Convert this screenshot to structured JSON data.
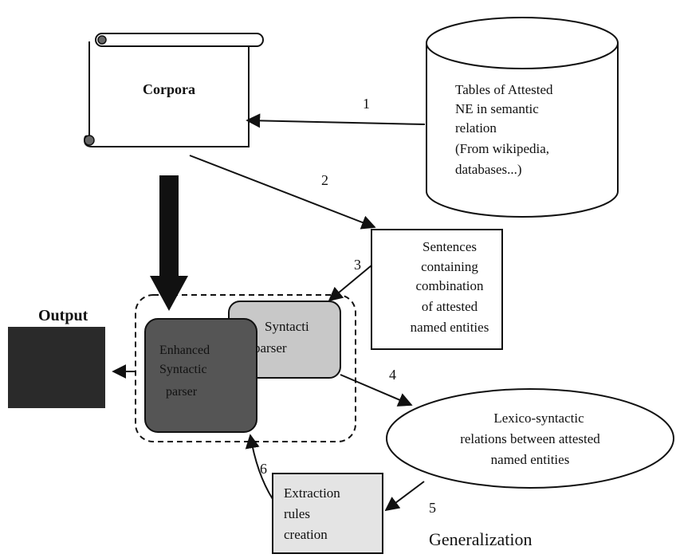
{
  "corpora": {
    "title": "Corpora"
  },
  "db": {
    "lines": [
      "Tables of Attested",
      "NE in semantic",
      "relation",
      "(From wikipedia,",
      "databases...)"
    ]
  },
  "sentences": {
    "lines": [
      "Sentences",
      "containing",
      "combination",
      "of attested",
      "named entities"
    ]
  },
  "syntactic_parser": {
    "lines": [
      "Syntacti",
      "parser"
    ]
  },
  "enhanced_parser": {
    "lines": [
      "Enhanced",
      "Syntactic",
      "parser"
    ]
  },
  "output": {
    "label": "Output"
  },
  "lexico": {
    "lines": [
      "Lexico-syntactic",
      "relations between attested",
      "named entities"
    ]
  },
  "extraction": {
    "lines": [
      "Extraction",
      "rules",
      "creation"
    ]
  },
  "generalization": {
    "label": "Generalization"
  },
  "steps": {
    "s1": "1",
    "s2": "2",
    "s3": "3",
    "s4": "4",
    "s5": "5",
    "s6": "6"
  },
  "colors": {
    "output_box": "#2a2a2a",
    "enhanced_box": "#555555",
    "syntactic_box": "#c8c8c8",
    "extraction_box": "#e4e4e4"
  }
}
